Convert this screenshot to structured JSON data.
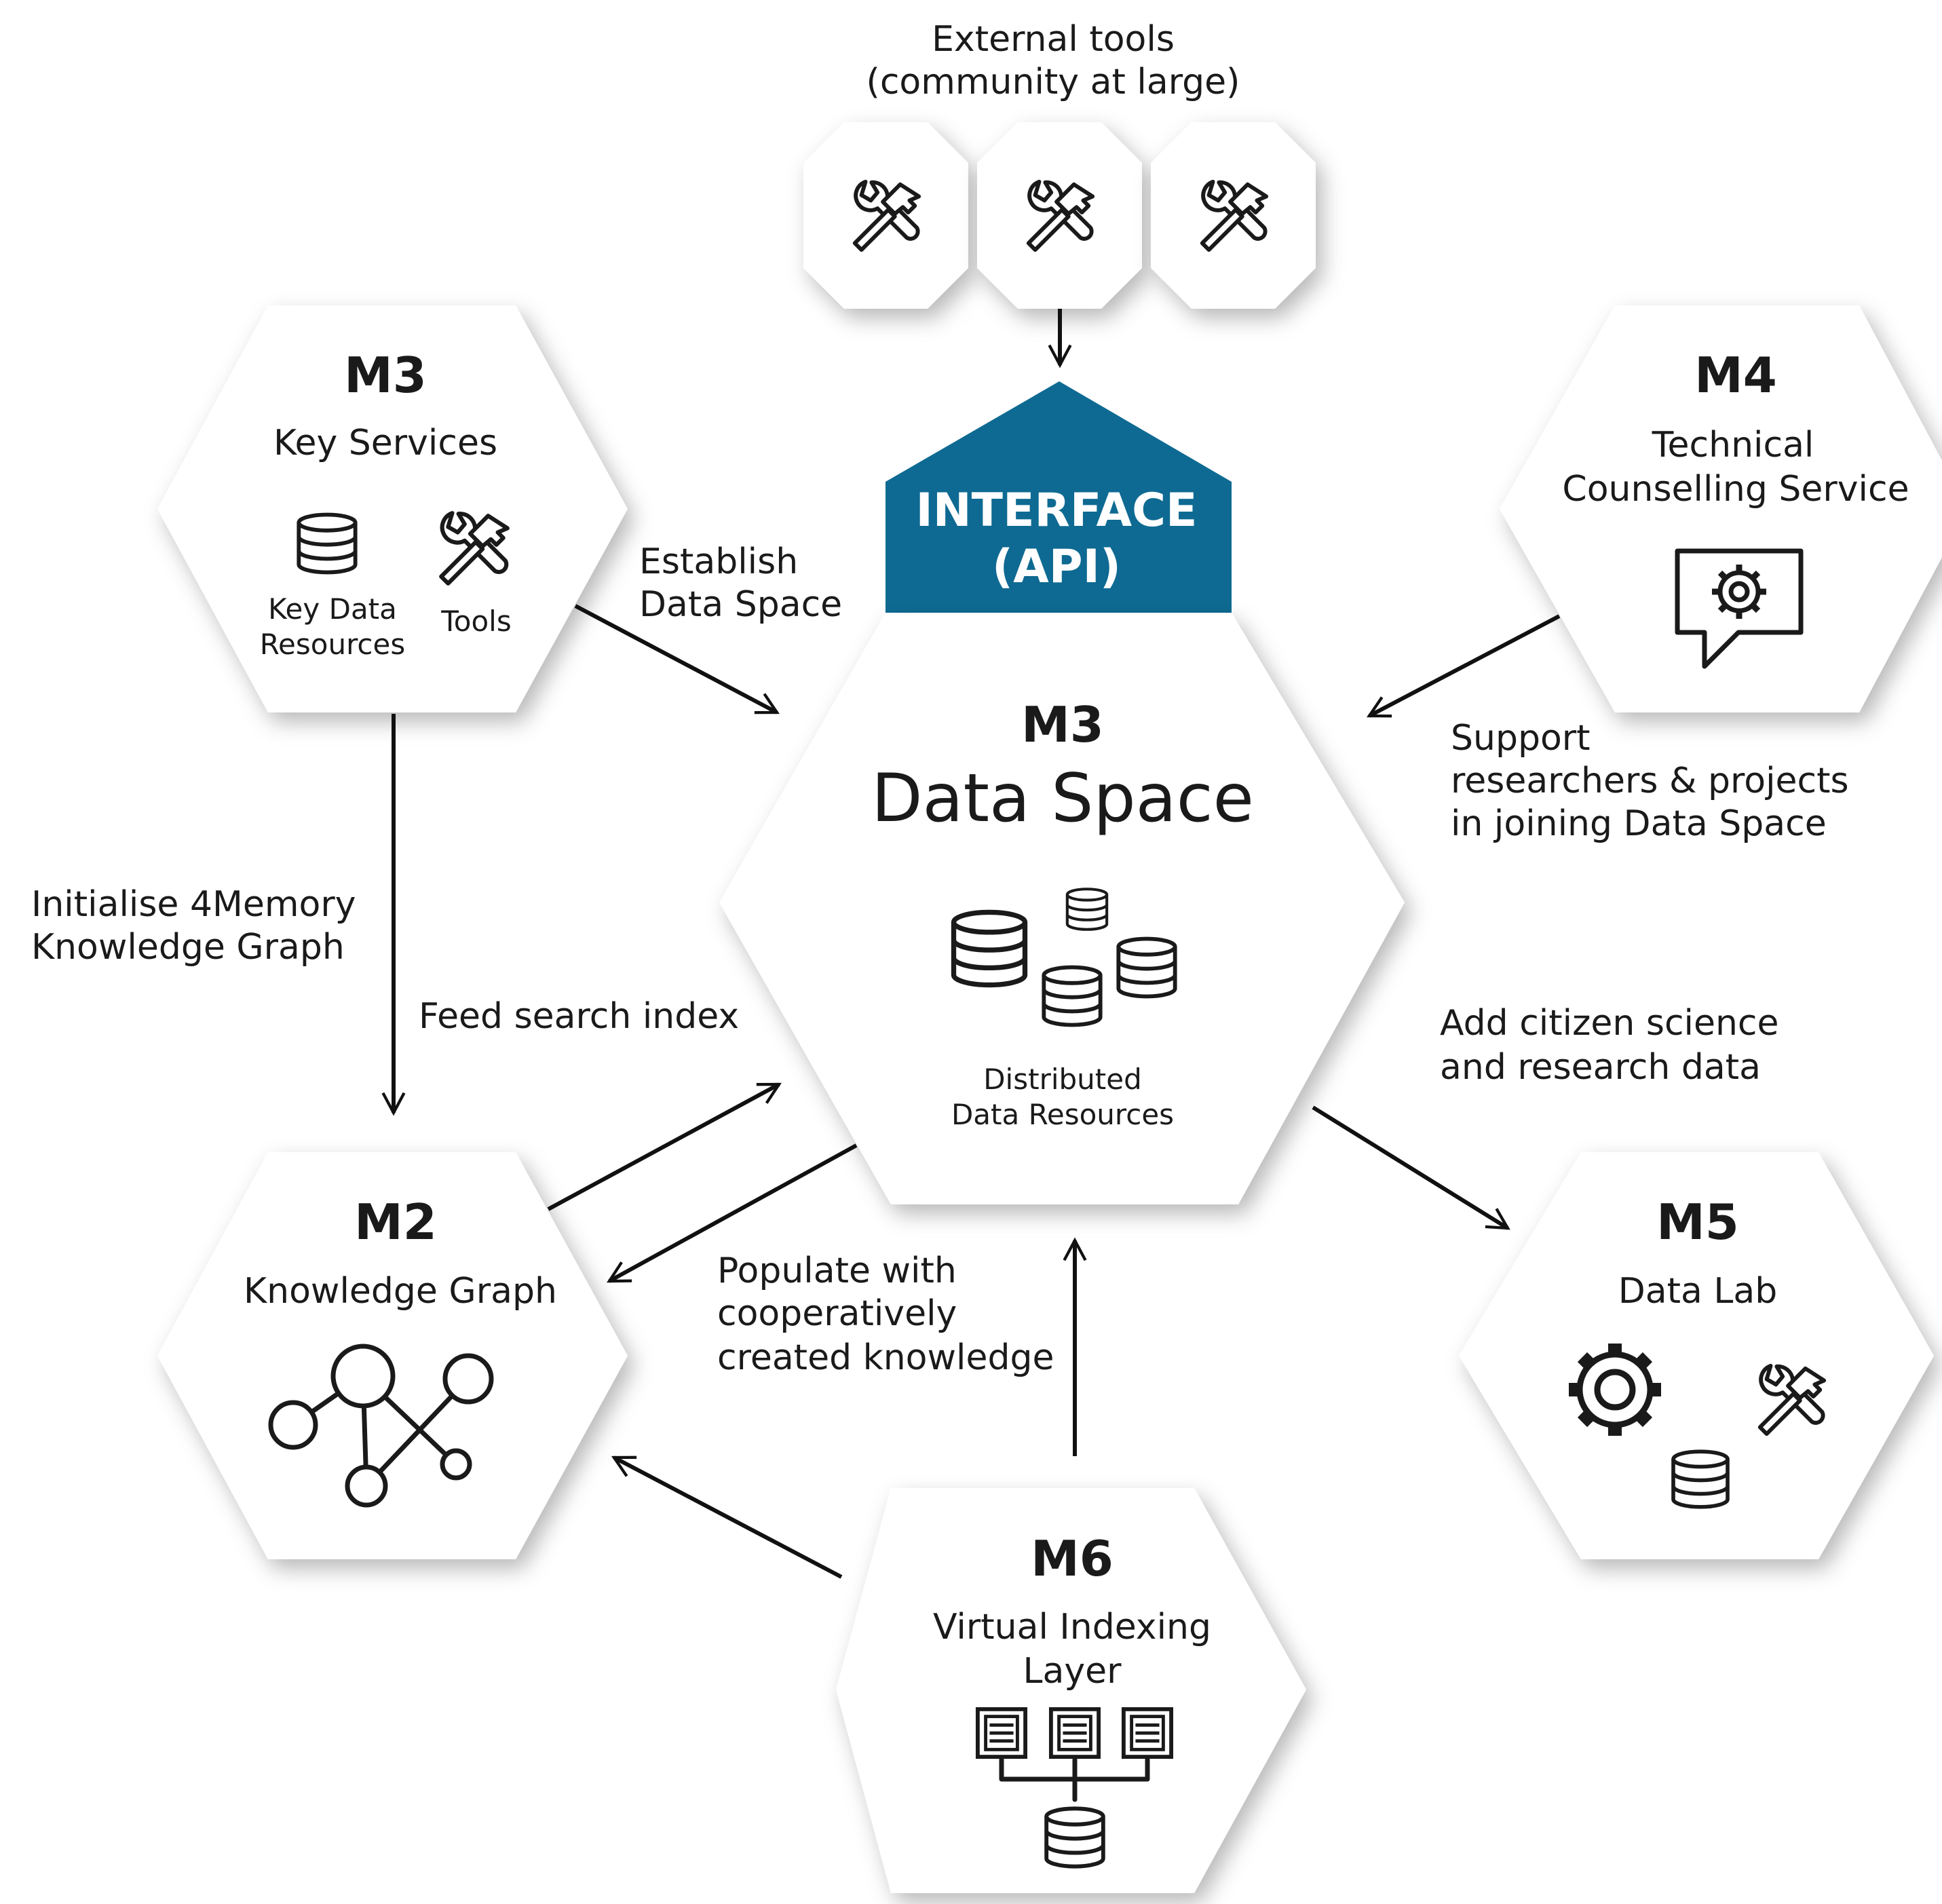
{
  "external_tools": {
    "line1": "External tools",
    "line2": "(community at large)",
    "icons": [
      "tools-icon",
      "tools-icon",
      "tools-icon"
    ]
  },
  "interface": {
    "line1": "INTERFACE",
    "line2": "(API)",
    "color": "#0e6a92"
  },
  "center": {
    "module": "M3",
    "title": "Data Space",
    "caption1": "Distributed",
    "caption2": "Data Resources"
  },
  "key_services": {
    "module": "M3",
    "title": "Key Services",
    "item1_line1": "Key Data",
    "item1_line2": "Resources",
    "item2": "Tools"
  },
  "technical": {
    "module": "M4",
    "line1": "Technical",
    "line2": "Counselling Service"
  },
  "knowledge_graph": {
    "module": "M2",
    "title": "Knowledge Graph"
  },
  "data_lab": {
    "module": "M5",
    "title": "Data Lab"
  },
  "indexing": {
    "module": "M6",
    "line1": "Virtual Indexing",
    "line2": "Layer"
  },
  "edges": {
    "establish": {
      "line1": "Establish",
      "line2": "Data Space"
    },
    "support": {
      "line1": "Support",
      "line2": "researchers & projects",
      "line3": "in joining Data Space"
    },
    "initialise": {
      "line1": "Initialise 4Memory",
      "line2": "Knowledge Graph"
    },
    "feed": "Feed search index",
    "add": {
      "line1": "Add citizen science",
      "line2": "and research data"
    },
    "populate": {
      "line1": "Populate with",
      "line2": "cooperatively",
      "line3": "created knowledge"
    }
  }
}
